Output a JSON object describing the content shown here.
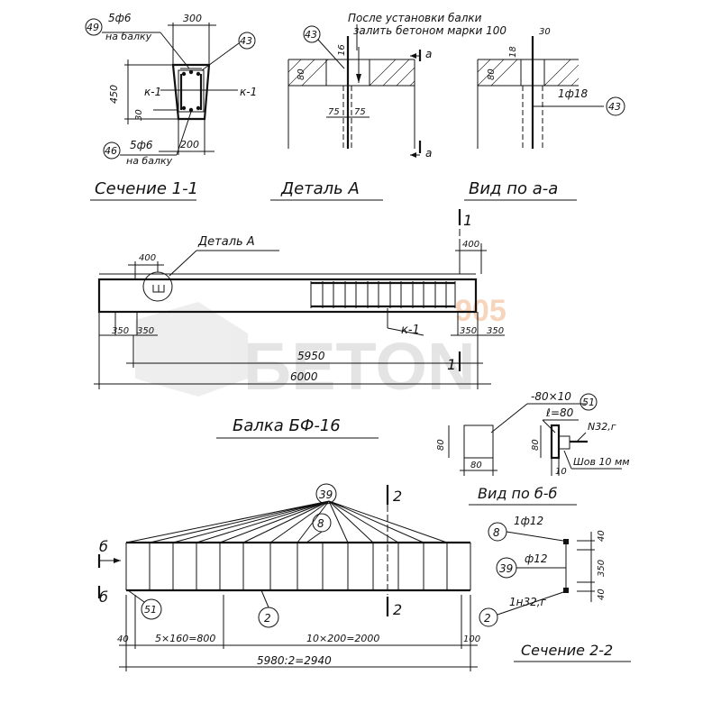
{
  "note": {
    "line1": "После установки балки",
    "line2": "залить бетоном марки 100"
  },
  "watermark": {
    "brand": "БETON",
    "suffix": "905",
    "accent": "#f3a26a"
  },
  "views": {
    "section_1_1": "Сечение 1-1",
    "detail_a": "Деталь А",
    "view_a_a": "Вид по а-а",
    "beam": "Балка БФ-16",
    "view_b_b": "Вид по б-б",
    "section_2_2": "Сечение 2-2",
    "detail_a_callout": "Деталь А"
  },
  "section_1_1": {
    "dims": {
      "width_top": "300",
      "height": "450",
      "bottom": "200",
      "cover": "30"
    },
    "callouts": {
      "left_top": "49",
      "right_top": "43",
      "left_bottom": "46"
    },
    "rebar_top": {
      "spec": "5ф6",
      "note": "на балку"
    },
    "rebar_bottom": {
      "spec": "5ф6",
      "note": "на балку"
    },
    "frame_left": "к-1",
    "frame_right": "к-1"
  },
  "detail_a": {
    "callout": "43",
    "dims": {
      "d16": "16",
      "d80": "80",
      "left": "75",
      "right": "75"
    },
    "cut": "а"
  },
  "view_a_a": {
    "dims": {
      "top": "30",
      "mid": "18",
      "d80": "80"
    },
    "rebar": "1ф18",
    "callout": "43"
  },
  "beam": {
    "section_mark": "1",
    "frame": "к-1",
    "dims": {
      "left_offset": "400",
      "right_offset": "400",
      "sup_l1": "350",
      "sup_l2": "350",
      "sup_r1": "350",
      "sup_r2": "350",
      "clear": "5950",
      "total": "6000"
    }
  },
  "view_b_b": {
    "plate": "-80×10",
    "length": "ℓ=80",
    "callout": "51",
    "channel": "N32,г",
    "weld": "Шов 10 мм",
    "dims": {
      "h": "80",
      "w": "80",
      "h2": "80",
      "t": "10"
    }
  },
  "frame_k1": {
    "callout_top": "39",
    "callout_mid": "8",
    "callout_bottom": "2",
    "callout_plate": "51",
    "section_mark": "2",
    "cut_mark": "б",
    "dims": {
      "left": "40",
      "group1": "5×160=800",
      "group2": "10×200=2000",
      "right": "100",
      "total": "5980:2=2940"
    }
  },
  "section_2_2": {
    "callouts": {
      "top": "8",
      "mid": "39",
      "bottom": "2"
    },
    "labels": {
      "top": "1ф12",
      "mid": "ф12",
      "bottom": "1н32,г"
    },
    "dims": {
      "top": "40",
      "mid": "350",
      "bottom": "40"
    }
  }
}
